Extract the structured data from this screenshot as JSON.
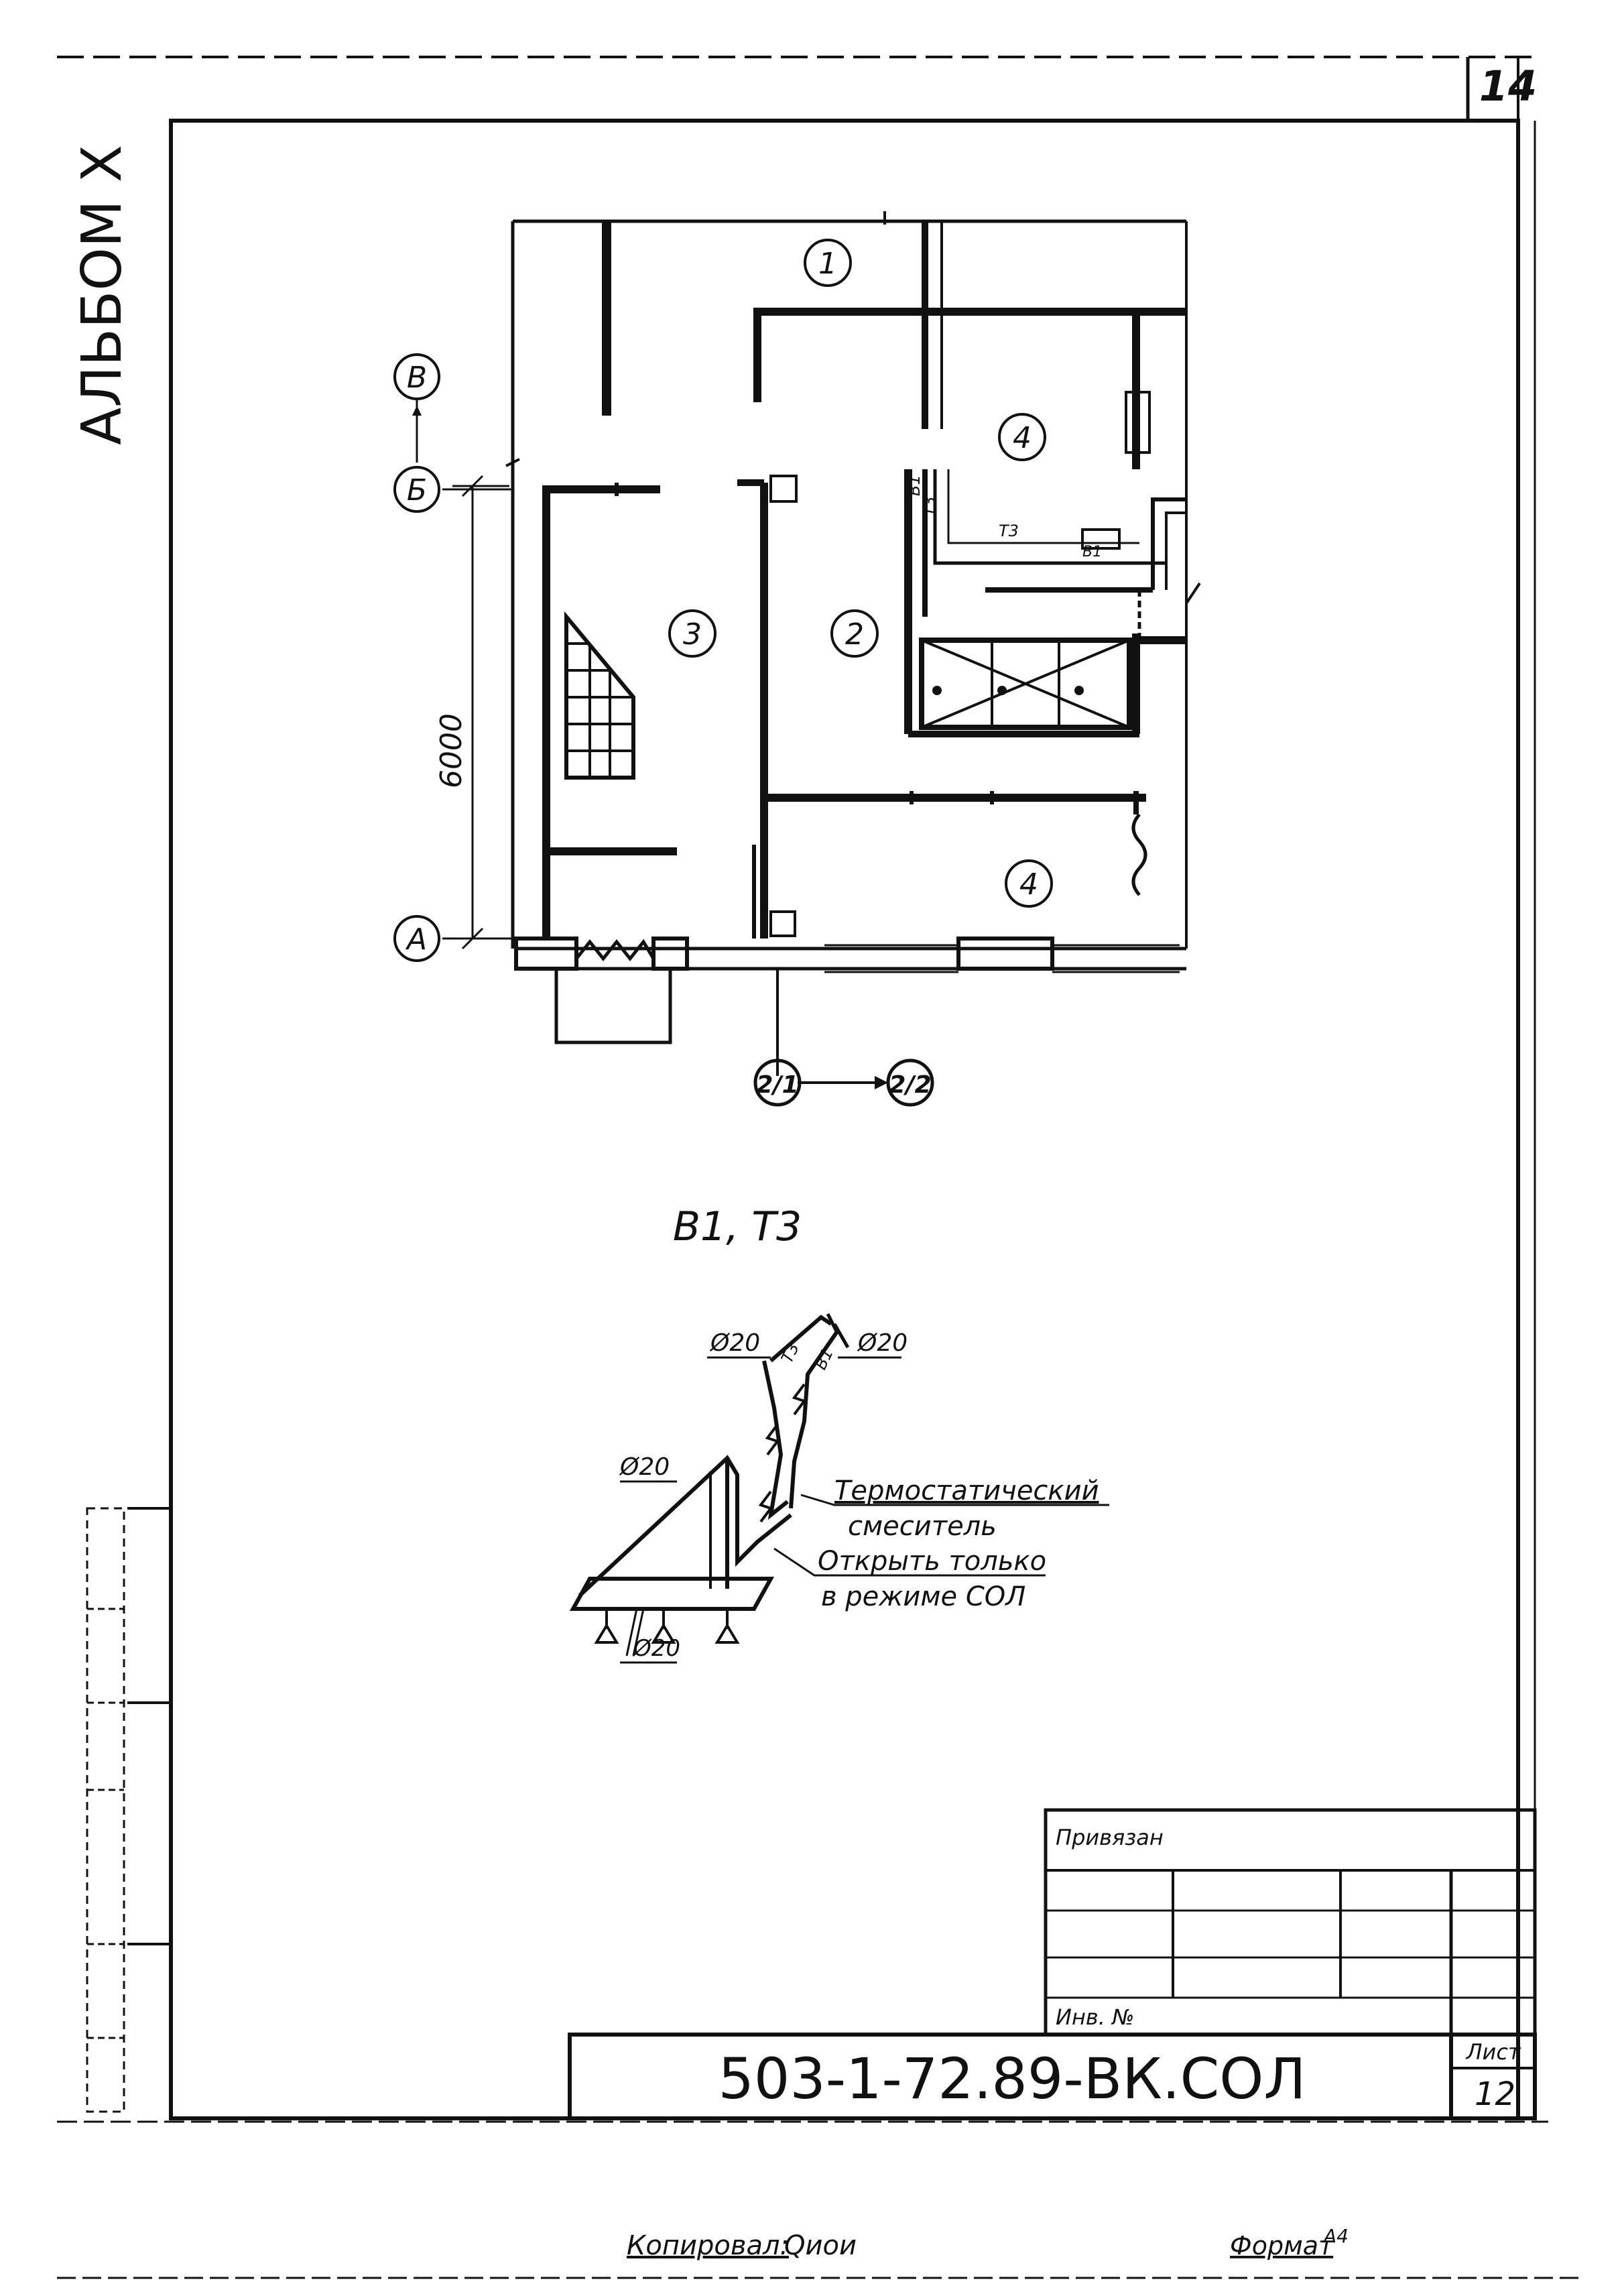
{
  "sheet": {
    "page_number": "14",
    "album_label": "АЛЬБОМ Ⅹ",
    "copied_by_label": "Копировал:",
    "copied_by_signature": "Qиои",
    "format_label": "Формат",
    "format_value": "А4"
  },
  "plan": {
    "axes": [
      "В",
      "Б",
      "А"
    ],
    "dimension": "6000",
    "rooms": [
      "1",
      "2",
      "3",
      "4",
      "4"
    ],
    "pipe_labels": [
      "Т3",
      "В1",
      "В1",
      "Т3"
    ],
    "section_from": "2/1",
    "section_to": "2/2"
  },
  "scheme": {
    "title": "В1, Т3",
    "diameters": [
      "Ø20",
      "Ø20",
      "Ø20",
      "Ø20"
    ],
    "riser_labels": [
      "Т3",
      "В1"
    ],
    "note_mixer_line1": "Термостатический",
    "note_mixer_line2": "смеситель",
    "note_valve_line1": "Открыть только",
    "note_valve_line2": "в режиме СОЛ"
  },
  "title_block": {
    "linked_label": "Привязан",
    "inv_label": "Инв. №",
    "doc_code": "503-1-72.89-ВК.СОЛ",
    "sheet_label": "Лист",
    "sheet_number": "12"
  }
}
